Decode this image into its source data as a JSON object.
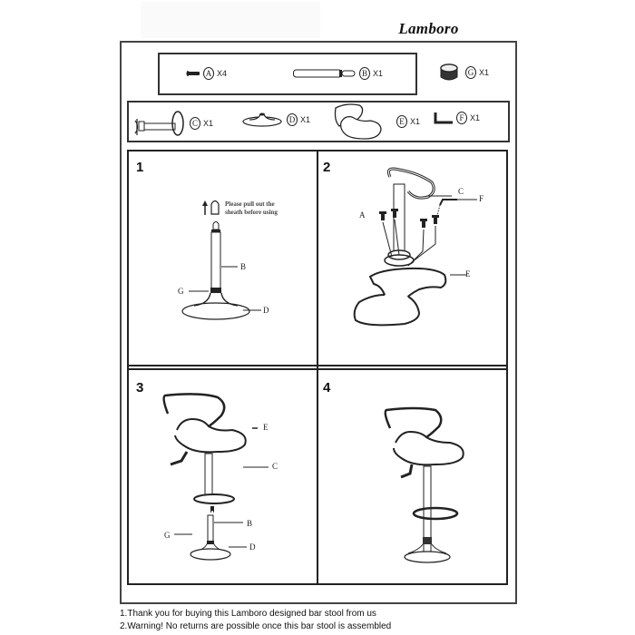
{
  "brand": {
    "logo_text": "Lamboro"
  },
  "parts_list": {
    "row1": [
      {
        "letter": "A",
        "qty": "X4",
        "icon": "screw-icon"
      },
      {
        "letter": "B",
        "qty": "X1",
        "icon": "gas-cylinder-icon"
      },
      {
        "letter": "G",
        "qty": "X1",
        "icon": "cap-icon"
      }
    ],
    "row2": [
      {
        "letter": "C",
        "qty": "X1",
        "icon": "column-footrest-icon"
      },
      {
        "letter": "D",
        "qty": "X1",
        "icon": "base-icon"
      },
      {
        "letter": "E",
        "qty": "X1",
        "icon": "seat-icon"
      },
      {
        "letter": "F",
        "qty": "X1",
        "icon": "allen-key-icon"
      }
    ]
  },
  "steps": [
    {
      "number": "1",
      "note_line1": "Please pull out the",
      "note_line2": "sheath before using",
      "labels": {
        "b": "B",
        "g": "G",
        "d": "D"
      }
    },
    {
      "number": "2",
      "labels": {
        "a": "A",
        "c": "C",
        "f": "F",
        "e": "E"
      }
    },
    {
      "number": "3",
      "labels": {
        "e": "E",
        "c": "C",
        "b": "B",
        "g": "G",
        "d": "D"
      }
    },
    {
      "number": "4"
    }
  ],
  "footer": {
    "line1": "1.Thank you for buying this Lamboro designed bar stool  from us",
    "line2": "2.Warning! No returns are possible once this bar stool is assembled"
  },
  "colors": {
    "line": "#222222",
    "background": "#ffffff"
  }
}
